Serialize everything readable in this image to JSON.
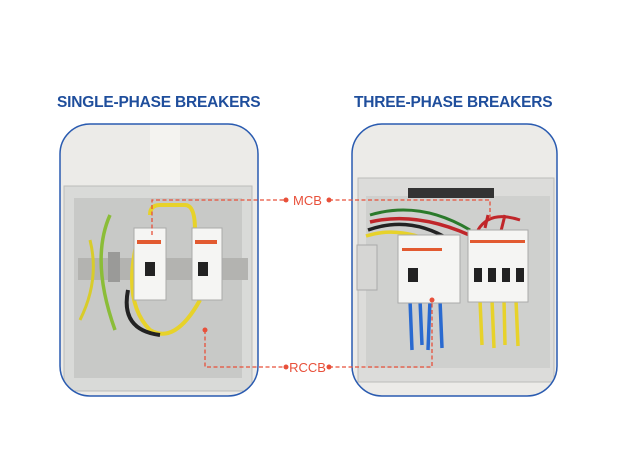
{
  "titles": {
    "single_phase": "SINGLE-PHASE BREAKERS",
    "three_phase": "THREE-PHASE BREAKERS"
  },
  "labels": {
    "mcb": "MCB",
    "rccb": "RCCB"
  },
  "colors": {
    "title_blue": "#1f4e9c",
    "panel_border": "#2a5bb0",
    "annotation_red": "#e8503a"
  }
}
